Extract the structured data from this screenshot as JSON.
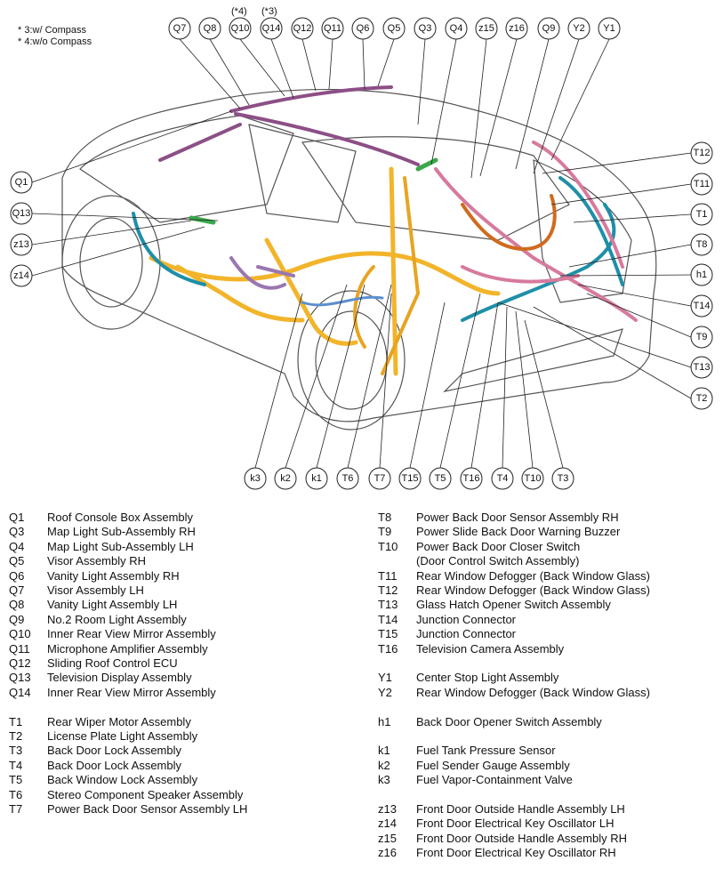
{
  "notes": [
    "* 3:w/ Compass",
    "* 4:w/o Compass"
  ],
  "top_marks": [
    "(*4)",
    "(*3)"
  ],
  "callouts": {
    "top": [
      "Q7",
      "Q8",
      "Q10",
      "Q14",
      "Q12",
      "Q11",
      "Q6",
      "Q5",
      "Q3",
      "Q4",
      "z15",
      "z16",
      "Q9",
      "Y2",
      "Y1"
    ],
    "left": [
      "Q1",
      "Q13",
      "z13",
      "z14"
    ],
    "right": [
      "T12",
      "T11",
      "T1",
      "T8",
      "h1",
      "T14",
      "T9",
      "T13",
      "T2"
    ],
    "bottom": [
      "k3",
      "k2",
      "k1",
      "T6",
      "T7",
      "T15",
      "T5",
      "T16",
      "T4",
      "T10",
      "T3"
    ]
  },
  "colors": {
    "harness_yellow": "#f2b42a",
    "harness_purple": "#8c4f86",
    "harness_teal": "#1e8fa8",
    "harness_pink": "#d77a9e",
    "harness_orange": "#d06a1e",
    "harness_blue": "#5a8fd0",
    "harness_green": "#3aa84a",
    "body_line": "#555555"
  },
  "legend_left": [
    {
      "code": "Q1",
      "label": "Roof Console Box Assembly"
    },
    {
      "code": "Q3",
      "label": "Map Light Sub-Assembly RH"
    },
    {
      "code": "Q4",
      "label": "Map Light Sub-Assembly LH"
    },
    {
      "code": "Q5",
      "label": "Visor Assembly RH"
    },
    {
      "code": "Q6",
      "label": "Vanity Light Assembly RH"
    },
    {
      "code": "Q7",
      "label": "Visor Assembly LH"
    },
    {
      "code": "Q8",
      "label": "Vanity Light Assembly LH"
    },
    {
      "code": "Q9",
      "label": "No.2 Room Light Assembly"
    },
    {
      "code": "Q10",
      "label": "Inner Rear View Mirror Assembly"
    },
    {
      "code": "Q11",
      "label": "Microphone Amplifier Assembly"
    },
    {
      "code": "Q12",
      "label": "Sliding Roof Control ECU"
    },
    {
      "code": "Q13",
      "label": "Television Display Assembly"
    },
    {
      "code": "Q14",
      "label": "Inner Rear View Mirror Assembly"
    },
    {
      "code": "",
      "label": ""
    },
    {
      "code": "T1",
      "label": "Rear Wiper Motor Assembly"
    },
    {
      "code": "T2",
      "label": "License Plate Light Assembly"
    },
    {
      "code": "T3",
      "label": "Back Door Lock Assembly"
    },
    {
      "code": "T4",
      "label": "Back Door Lock Assembly"
    },
    {
      "code": "T5",
      "label": "Back Window Lock Assembly"
    },
    {
      "code": "T6",
      "label": "Stereo Component Speaker Assembly"
    },
    {
      "code": "T7",
      "label": "Power Back Door Sensor Assembly LH"
    }
  ],
  "legend_right": [
    {
      "code": "T8",
      "label": "Power Back Door Sensor Assembly RH"
    },
    {
      "code": "T9",
      "label": "Power Slide Back Door Warning Buzzer"
    },
    {
      "code": "T10",
      "label": "Power Back Door Closer Switch"
    },
    {
      "code": "",
      "label": "(Door Control Switch Assembly)"
    },
    {
      "code": "T11",
      "label": "Rear Window Defogger (Back Window Glass)"
    },
    {
      "code": "T12",
      "label": "Rear Window Defogger (Back Window Glass)"
    },
    {
      "code": "T13",
      "label": "Glass Hatch Opener Switch Assembly"
    },
    {
      "code": "T14",
      "label": "Junction Connector"
    },
    {
      "code": "T15",
      "label": "Junction Connector"
    },
    {
      "code": "T16",
      "label": "Television Camera Assembly"
    },
    {
      "code": "",
      "label": ""
    },
    {
      "code": "Y1",
      "label": "Center Stop Light Assembly"
    },
    {
      "code": "Y2",
      "label": "Rear Window Defogger (Back Window Glass)"
    },
    {
      "code": "",
      "label": ""
    },
    {
      "code": "h1",
      "label": "Back Door Opener Switch Assembly"
    },
    {
      "code": "",
      "label": ""
    },
    {
      "code": "k1",
      "label": "Fuel Tank Pressure Sensor"
    },
    {
      "code": "k2",
      "label": "Fuel Sender Gauge Assembly"
    },
    {
      "code": "k3",
      "label": "Fuel Vapor-Containment Valve"
    },
    {
      "code": "",
      "label": ""
    },
    {
      "code": "z13",
      "label": "Front Door Outside Handle Assembly LH"
    },
    {
      "code": "z14",
      "label": "Front Door Electrical Key Oscillator LH"
    },
    {
      "code": "z15",
      "label": "Front Door Outside Handle Assembly RH"
    },
    {
      "code": "z16",
      "label": "Front Door Electrical Key Oscillator RH"
    }
  ]
}
